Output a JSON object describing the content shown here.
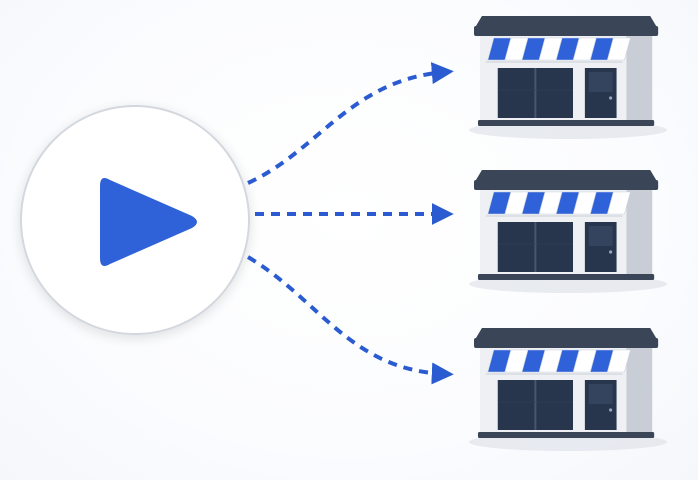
{
  "diagram": {
    "source": {
      "icon": "play-icon"
    },
    "destinations": [
      {
        "icon": "storefront-icon"
      },
      {
        "icon": "storefront-icon"
      },
      {
        "icon": "storefront-icon"
      }
    ],
    "connectors": [
      {
        "style": "dashed-arrow"
      },
      {
        "style": "dashed-arrow"
      },
      {
        "style": "dashed-arrow"
      }
    ]
  },
  "colors": {
    "accent_blue": "#2f62d8",
    "arrow_blue": "#2a5bd0",
    "circle_stroke": "#d3d7de",
    "store_dark": "#3a4658",
    "store_gray": "#c9ced6",
    "store_light": "#eef0f3",
    "awning_white": "#ffffff",
    "window_navy": "#28364d"
  }
}
